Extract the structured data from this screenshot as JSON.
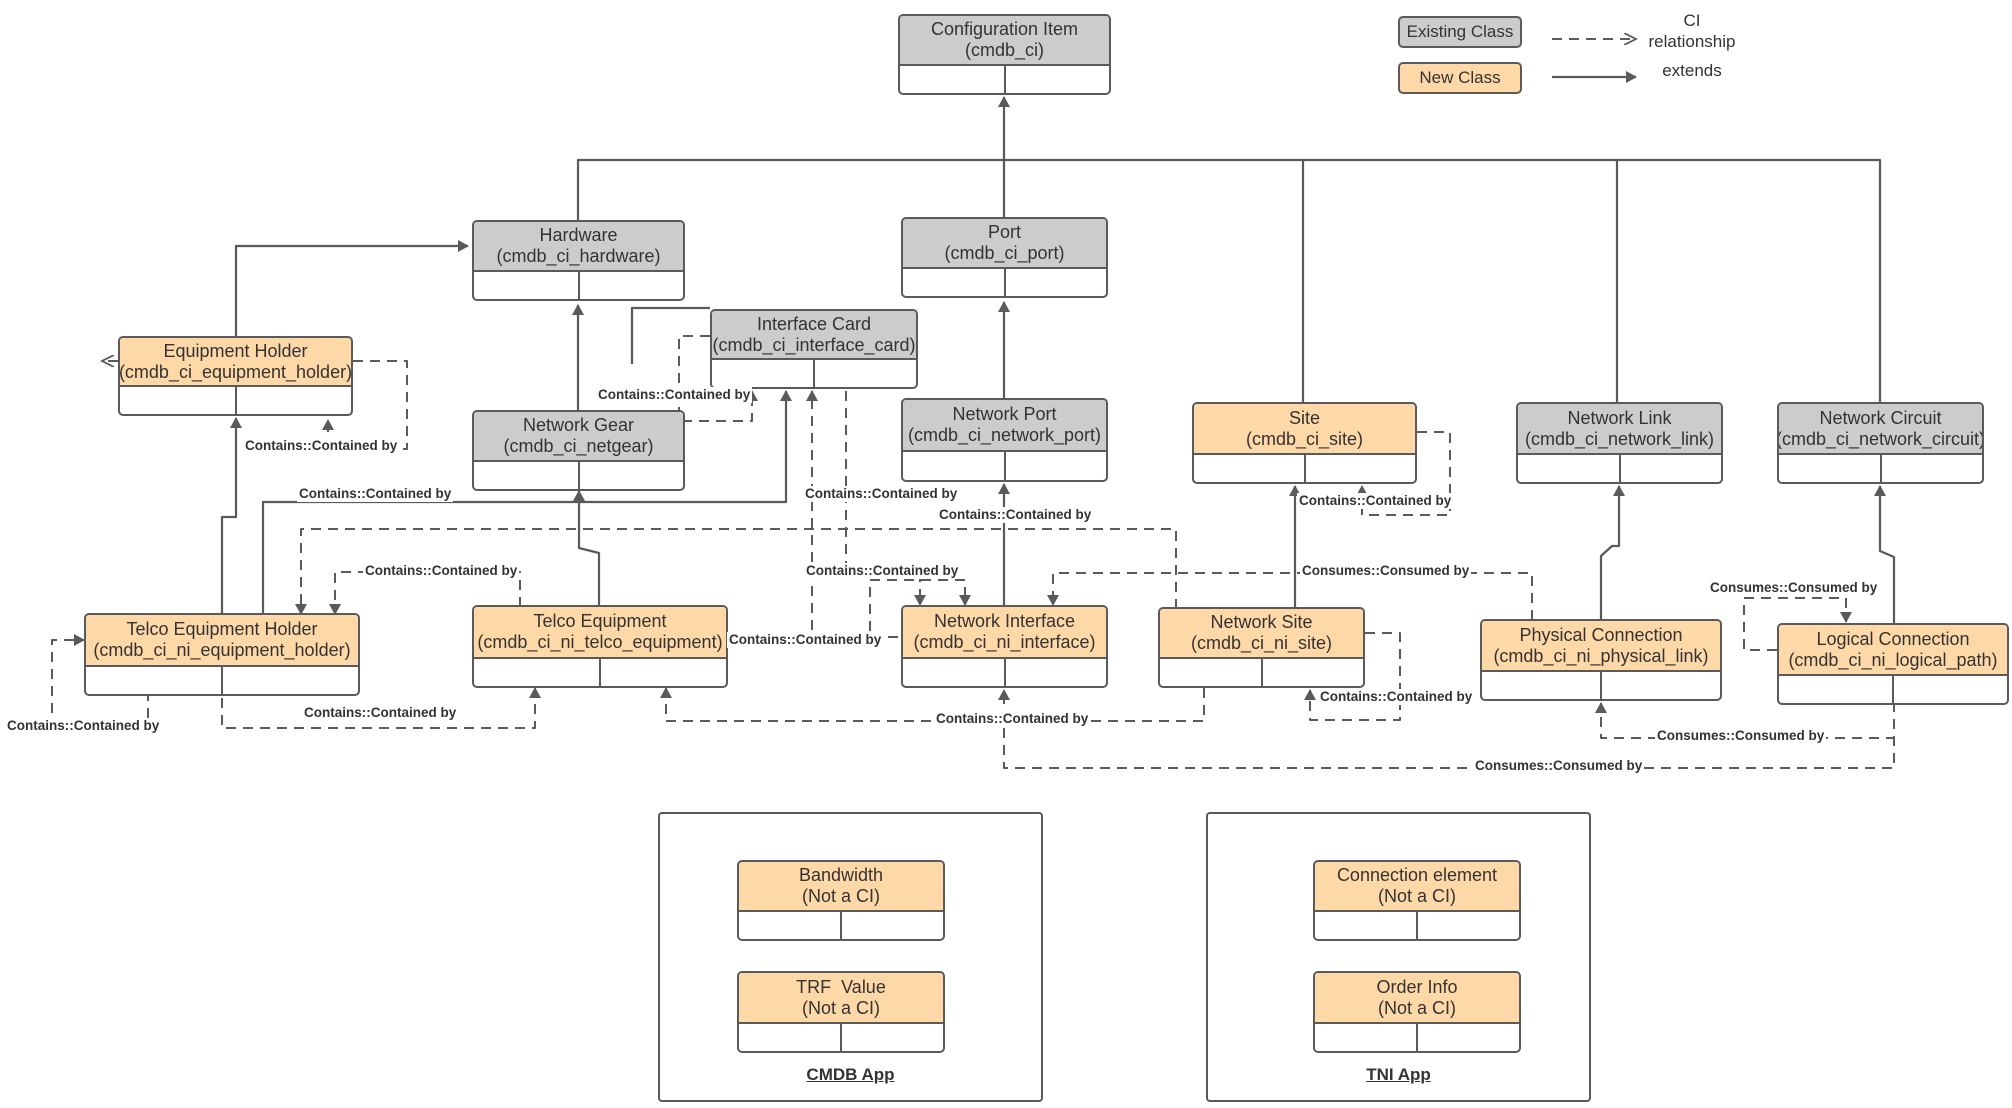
{
  "legend": {
    "existing_label": "Existing Class",
    "new_label": "New Class",
    "ci_relationship_label": "CI\nrelationship",
    "extends_label": "extends",
    "existing_color": "#cccccc",
    "new_color": "#ffd8a8"
  },
  "classes": {
    "configuration_item": {
      "name": "Configuration Item",
      "table": "(cmdb_ci)"
    },
    "hardware": {
      "name": "Hardware",
      "table": "(cmdb_ci_hardware)"
    },
    "port": {
      "name": "Port",
      "table": "(cmdb_ci_port)"
    },
    "interface_card": {
      "name": "Interface Card",
      "table": "(cmdb_ci_interface_card)"
    },
    "equipment_holder": {
      "name": "Equipment Holder",
      "table": "(cmdb_ci_equipment_holder)"
    },
    "network_gear": {
      "name": "Network Gear",
      "table": "(cmdb_ci_netgear)"
    },
    "network_port": {
      "name": "Network Port",
      "table": "(cmdb_ci_network_port)"
    },
    "site": {
      "name": "Site",
      "table": "(cmdb_ci_site)"
    },
    "network_link": {
      "name": "Network Link",
      "table": "(cmdb_ci_network_link)"
    },
    "network_circuit": {
      "name": "Network Circuit",
      "table": "(cmdb_ci_network_circuit)"
    },
    "telco_equipment_holder": {
      "name": "Telco Equipment Holder",
      "table": "(cmdb_ci_ni_equipment_holder)"
    },
    "telco_equipment": {
      "name": "Telco Equipment",
      "table": "(cmdb_ci_ni_telco_equipment)"
    },
    "network_interface": {
      "name": "Network Interface",
      "table": "(cmdb_ci_ni_interface)"
    },
    "network_site": {
      "name": "Network Site",
      "table": "(cmdb_ci_ni_site)"
    },
    "physical_connection": {
      "name": "Physical Connection",
      "table": "(cmdb_ci_ni_physical_link)"
    },
    "logical_connection": {
      "name": "Logical Connection",
      "table": "(cmdb_ci_ni_logical_path)"
    },
    "bandwidth": {
      "name": "Bandwidth",
      "table": "(Not a CI)"
    },
    "trf_value": {
      "name": "TRF  Value",
      "table": "(Not a CI)"
    },
    "connection_element": {
      "name": "Connection element",
      "table": "(Not a CI)"
    },
    "order_info": {
      "name": "Order Info",
      "table": "(Not a CI)"
    }
  },
  "relationship_labels": {
    "contains": "Contains::Contained by",
    "consumes": "Consumes::Consumed by"
  },
  "apps": {
    "cmdb": "CMDB App",
    "tni": "TNI App"
  }
}
